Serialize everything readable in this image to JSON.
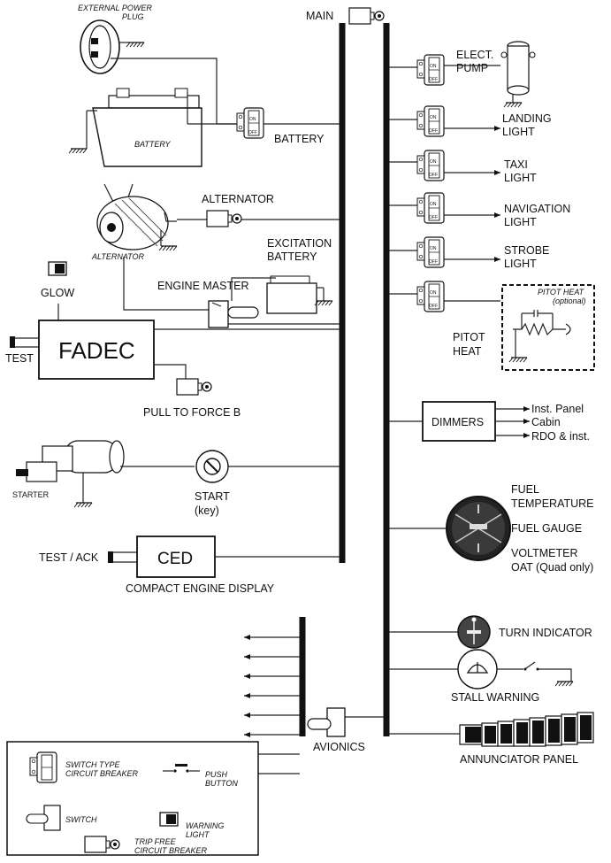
{
  "labels": {
    "main": "MAIN",
    "ext_power": [
      "EXTERNAL POWER",
      "PLUG"
    ],
    "battery_body": "BATTERY",
    "battery_switch": "BATTERY",
    "alternator_cb": "ALTERNATOR",
    "alternator_body": "ALTERNATOR",
    "excitation": [
      "EXCITATION",
      "BATTERY"
    ],
    "engine_master": "ENGINE MASTER",
    "glow": "GLOW",
    "fadec": "FADEC",
    "test": "TEST",
    "pull_force": "PULL TO FORCE B",
    "starter": "STARTER",
    "start": [
      "START",
      "(key)"
    ],
    "test_ack": "TEST / ACK",
    "ced": "CED",
    "ced_full": "COMPACT ENGINE DISPLAY",
    "avionics": "AVIONICS",
    "elect_pump": [
      "ELECT.",
      "PUMP"
    ],
    "landing": [
      "LANDING",
      "LIGHT"
    ],
    "taxi": [
      "TAXI",
      "LIGHT"
    ],
    "navigation": [
      "NAVIGATION",
      "LIGHT"
    ],
    "strobe": [
      "STROBE",
      "LIGHT"
    ],
    "pitot": [
      "PITOT",
      "HEAT"
    ],
    "pitot_opt": [
      "PITOT HEAT",
      "(optional)"
    ],
    "dimmers": "DIMMERS",
    "dimmer_outputs": [
      "Inst. Panel",
      "Cabin",
      "RDO & inst."
    ],
    "fuel_temp": [
      "FUEL",
      "TEMPERATURE"
    ],
    "fuel_gauge": "FUEL GAUGE",
    "voltmeter": [
      "VOLTMETER",
      "OAT (Quad only)"
    ],
    "turn_indicator": "TURN INDICATOR",
    "stall": "STALL WARNING",
    "annunciator": "ANNUNCIATOR PANEL",
    "switch_on": "ON",
    "switch_off": "OFF"
  },
  "legend": {
    "switch_type_cb": [
      "SWITCH TYPE",
      "CIRCUIT BREAKER"
    ],
    "push_button": [
      "PUSH",
      "BUTTON"
    ],
    "switch": "SWITCH",
    "warning_light": [
      "WARNING",
      "LIGHT"
    ],
    "trip_free_cb": [
      "TRIP FREE",
      "CIRCUIT BREAKER"
    ]
  }
}
